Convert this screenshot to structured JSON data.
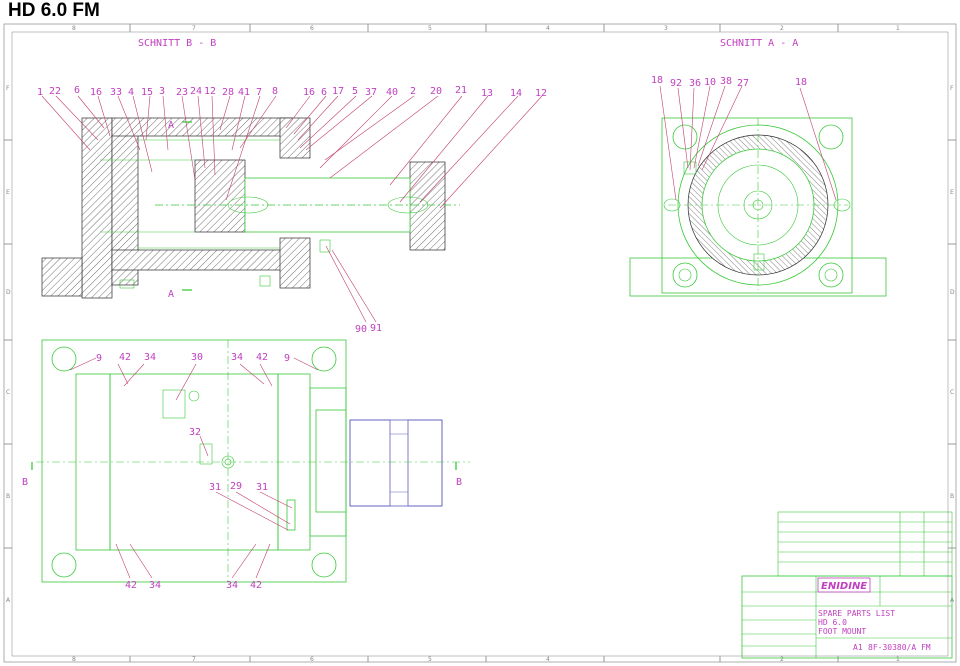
{
  "title": "HD 6.0 FM",
  "section_bb": "SCHNITT B - B",
  "section_aa": "SCHNITT A - A",
  "column_labels": [
    "8",
    "7",
    "6",
    "5",
    "4",
    "3",
    "2",
    "1"
  ],
  "row_labels": [
    "F",
    "E",
    "D",
    "C",
    "B",
    "A"
  ],
  "section_markers": {
    "a": "A",
    "b": "B"
  },
  "balloons_bb": [
    "1",
    "22",
    "6",
    "16",
    "33",
    "4",
    "15",
    "3",
    "23",
    "24",
    "12",
    "28",
    "41",
    "7",
    "8",
    "16",
    "6",
    "17",
    "5",
    "37",
    "40",
    "2",
    "20",
    "21",
    "13",
    "14",
    "12"
  ],
  "balloons_aa": [
    "18",
    "92",
    "36",
    "10",
    "38",
    "27",
    "18"
  ],
  "balloons_bb_lower": [
    "90",
    "91"
  ],
  "balloons_top_view_top": [
    "9",
    "42",
    "34",
    "30",
    "34",
    "42",
    "9"
  ],
  "balloons_top_view_mid": [
    "32"
  ],
  "balloons_top_view_lower": [
    "31",
    "29",
    "31"
  ],
  "balloons_top_view_bottom": [
    "42",
    "34",
    "34",
    "42"
  ],
  "title_block": {
    "logo": "ENIDINE",
    "description_1": "SPARE PARTS LIST",
    "description_2": "HD 6.0",
    "description_3": "FOOT MOUNT",
    "size": "A1",
    "drawing_no": "8F-30380/A FM"
  }
}
